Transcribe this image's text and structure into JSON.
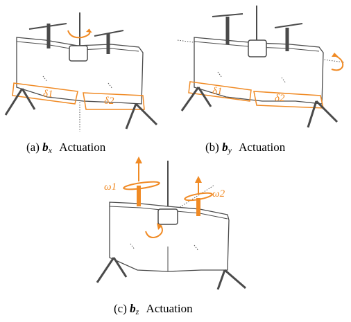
{
  "panels": {
    "a": {
      "label": "(a)",
      "symbol": "b",
      "subscript": "x",
      "suffix": "Actuation",
      "annotations": {
        "delta1": "δ1",
        "delta2": "δ2"
      }
    },
    "b": {
      "label": "(b)",
      "symbol": "b",
      "subscript": "y",
      "suffix": "Actuation",
      "annotations": {
        "delta1": "δ1",
        "delta2": "δ2"
      }
    },
    "c": {
      "label": "(c)",
      "symbol": "b",
      "subscript": "z",
      "suffix": "Actuation",
      "annotations": {
        "omega1": "ω1",
        "omega2": "ω2"
      }
    }
  },
  "colors": {
    "accent": "#f08a24",
    "line": "#4a4a4a",
    "dotted": "#555555"
  }
}
